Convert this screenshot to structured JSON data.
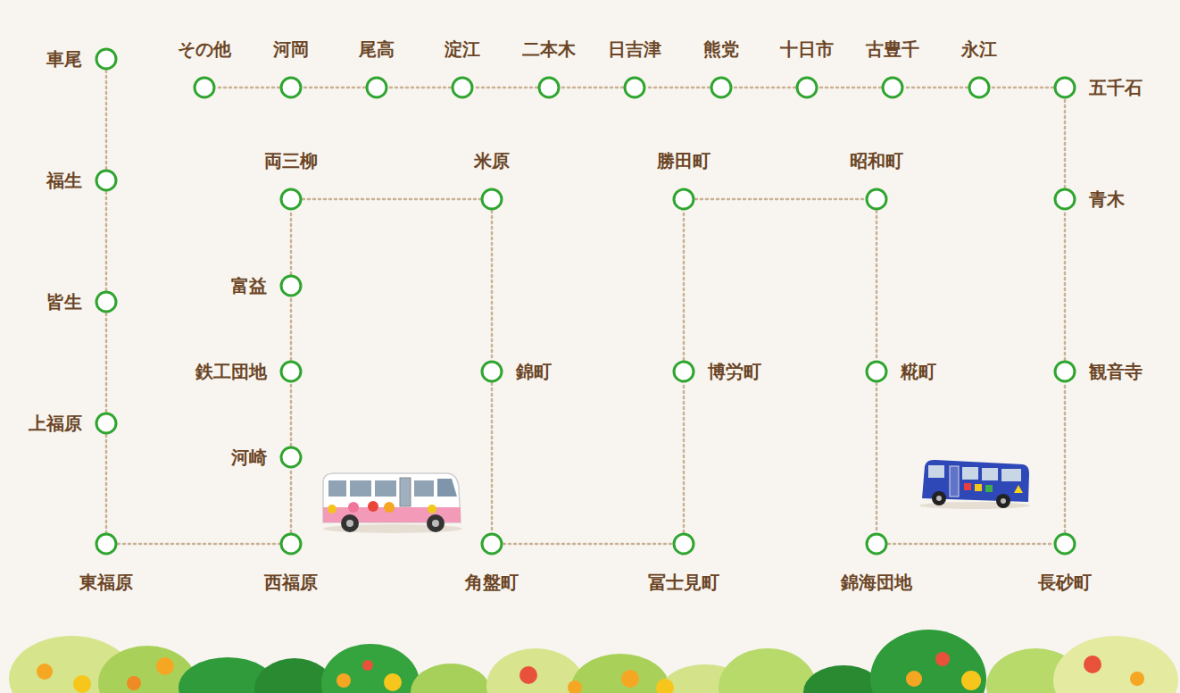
{
  "diagram": {
    "nodes": [
      {
        "text": [
          "車尾"
        ]
      },
      {
        "text": [
          "福生"
        ]
      },
      {
        "text": [
          "皆生"
        ]
      },
      {
        "text": [
          "上福原"
        ]
      },
      {
        "text": [
          "東福原"
        ]
      },
      {
        "text": [
          "西福原"
        ]
      },
      {
        "text": [
          "河崎"
        ]
      },
      {
        "text": [
          "鉄工団地"
        ]
      },
      {
        "text": [
          "富益"
        ]
      },
      {
        "text": [
          "両三柳"
        ]
      },
      {
        "text": [
          "米原"
        ]
      },
      {
        "text": [
          "錦町"
        ]
      },
      {
        "text": [
          "角盤町"
        ]
      },
      {
        "text": [
          "冨士見町"
        ]
      },
      {
        "text": [
          "博労町"
        ]
      },
      {
        "text": [
          "勝田町"
        ]
      },
      {
        "text": [
          "昭和町"
        ]
      },
      {
        "text": [
          "糀町"
        ]
      },
      {
        "text": [
          "錦海団地"
        ]
      },
      {
        "text": [
          "長砂町"
        ]
      },
      {
        "text": [
          "観音寺"
        ]
      },
      {
        "text": [
          "青木"
        ]
      },
      {
        "text": [
          "五千石"
        ]
      },
      {
        "text": [
          "永江"
        ]
      },
      {
        "text": [
          "古豊千"
        ]
      },
      {
        "text": [
          "十日市"
        ]
      },
      {
        "text": [
          "熊党"
        ]
      },
      {
        "text": [
          "日吉津"
        ]
      },
      {
        "text": [
          "二本木"
        ]
      },
      {
        "text": [
          "淀江"
        ]
      },
      {
        "text": [
          "尾高"
        ]
      },
      {
        "text": [
          "河岡"
        ]
      },
      {
        "text": [
          "その他"
        ]
      }
    ],
    "edges": [
      {
        "from": 0,
        "to": 1,
        "arrow": "none"
      },
      {
        "from": 1,
        "to": 2,
        "arrow": "none"
      },
      {
        "from": 2,
        "to": 3,
        "arrow": "none"
      },
      {
        "from": 3,
        "to": 4,
        "arrow": "none"
      },
      {
        "from": 4,
        "to": 5,
        "arrow": "none"
      },
      {
        "from": 5,
        "to": 6,
        "arrow": "none"
      },
      {
        "from": 6,
        "to": 7,
        "arrow": "none"
      },
      {
        "from": 7,
        "to": 8,
        "arrow": "none"
      },
      {
        "from": 8,
        "to": 9,
        "arrow": "none"
      },
      {
        "from": 9,
        "to": 10,
        "arrow": "none"
      },
      {
        "from": 10,
        "to": 11,
        "arrow": "none"
      },
      {
        "from": 11,
        "to": 12,
        "arrow": "none"
      },
      {
        "from": 12,
        "to": 13,
        "arrow": "none"
      },
      {
        "from": 13,
        "to": 14,
        "arrow": "none"
      },
      {
        "from": 14,
        "to": 15,
        "arrow": "none"
      },
      {
        "from": 15,
        "to": 16,
        "arrow": "none"
      },
      {
        "from": 16,
        "to": 17,
        "arrow": "none"
      },
      {
        "from": 17,
        "to": 18,
        "arrow": "none"
      },
      {
        "from": 18,
        "to": 19,
        "arrow": "none"
      },
      {
        "from": 19,
        "to": 20,
        "arrow": "none"
      },
      {
        "from": 20,
        "to": 21,
        "arrow": "none"
      },
      {
        "from": 21,
        "to": 22,
        "arrow": "none"
      },
      {
        "from": 22,
        "to": 23,
        "arrow": "none"
      },
      {
        "from": 23,
        "to": 24,
        "arrow": "none"
      },
      {
        "from": 24,
        "to": 25,
        "arrow": "none"
      },
      {
        "from": 25,
        "to": 26,
        "arrow": "none"
      },
      {
        "from": 26,
        "to": 27,
        "arrow": "none"
      },
      {
        "from": 27,
        "to": 28,
        "arrow": "none"
      },
      {
        "from": 28,
        "to": 29,
        "arrow": "none"
      },
      {
        "from": 29,
        "to": 30,
        "arrow": "none"
      },
      {
        "from": 30,
        "to": 31,
        "arrow": "none"
      },
      {
        "from": 31,
        "to": 32,
        "arrow": "none"
      }
    ]
  }
}
